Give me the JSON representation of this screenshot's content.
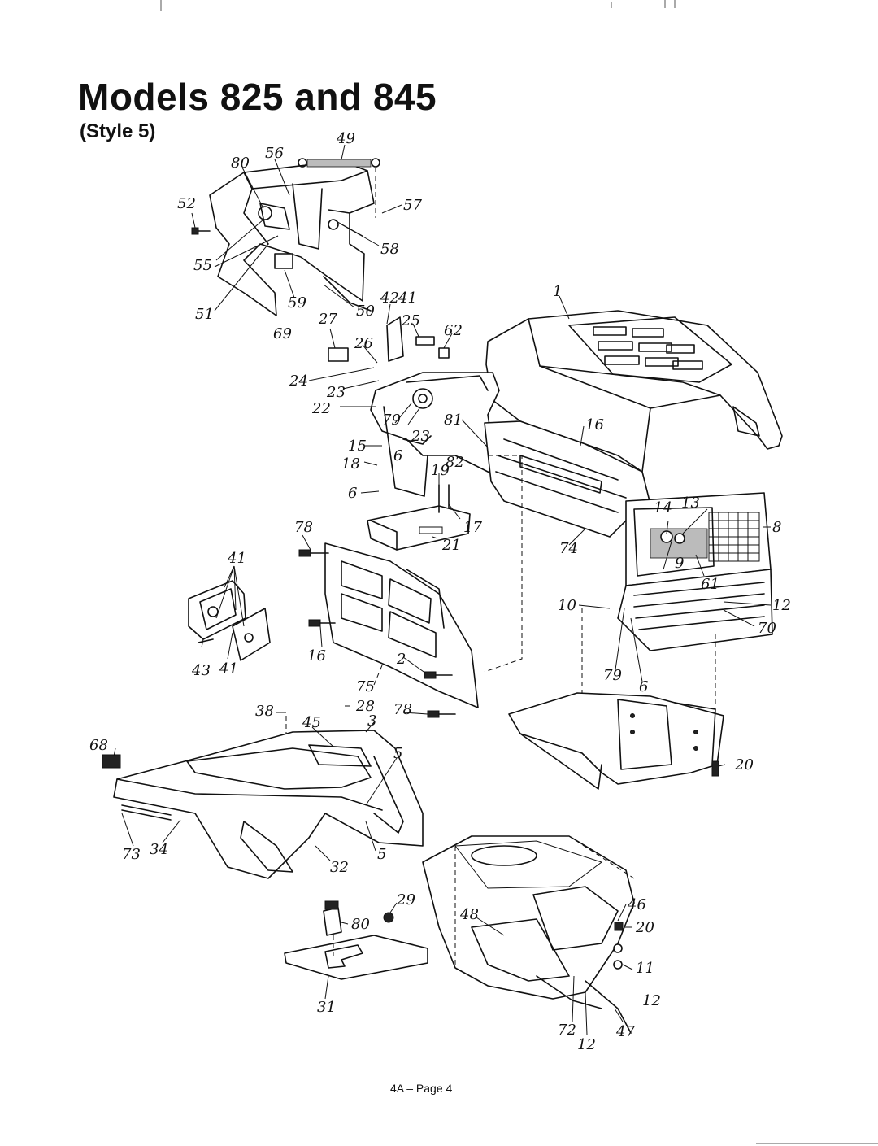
{
  "title": "Models 825 and 845",
  "subtitle": "(Style 5)",
  "footer": "4A – Page 4",
  "callouts": [
    {
      "id": "c49",
      "text": "49"
    },
    {
      "id": "c80a",
      "text": "80"
    },
    {
      "id": "c56",
      "text": "56"
    },
    {
      "id": "c52",
      "text": "52"
    },
    {
      "id": "c57",
      "text": "57"
    },
    {
      "id": "c58",
      "text": "58"
    },
    {
      "id": "c55",
      "text": "55"
    },
    {
      "id": "c59",
      "text": "59"
    },
    {
      "id": "c51",
      "text": "51"
    },
    {
      "id": "c50",
      "text": "50"
    },
    {
      "id": "c42",
      "text": "42"
    },
    {
      "id": "c41a",
      "text": "41"
    },
    {
      "id": "c27",
      "text": "27"
    },
    {
      "id": "c69",
      "text": "69"
    },
    {
      "id": "c1",
      "text": "1"
    },
    {
      "id": "c25",
      "text": "25"
    },
    {
      "id": "c62",
      "text": "62"
    },
    {
      "id": "c26",
      "text": "26"
    },
    {
      "id": "c24",
      "text": "24"
    },
    {
      "id": "c23a",
      "text": "23"
    },
    {
      "id": "c22",
      "text": "22"
    },
    {
      "id": "c79a",
      "text": "79"
    },
    {
      "id": "c23b",
      "text": "23"
    },
    {
      "id": "c81",
      "text": "81"
    },
    {
      "id": "c16a",
      "text": "16"
    },
    {
      "id": "c15",
      "text": "15"
    },
    {
      "id": "c6a",
      "text": "6"
    },
    {
      "id": "c18",
      "text": "18"
    },
    {
      "id": "c19",
      "text": "19"
    },
    {
      "id": "c82",
      "text": "82"
    },
    {
      "id": "c6b",
      "text": "6"
    },
    {
      "id": "c17",
      "text": "17"
    },
    {
      "id": "c78a",
      "text": "78"
    },
    {
      "id": "c14",
      "text": "14"
    },
    {
      "id": "c13",
      "text": "13"
    },
    {
      "id": "c8",
      "text": "8"
    },
    {
      "id": "c74",
      "text": "74"
    },
    {
      "id": "c41b",
      "text": "41"
    },
    {
      "id": "c21",
      "text": "21"
    },
    {
      "id": "c9",
      "text": "9"
    },
    {
      "id": "c61",
      "text": "61"
    },
    {
      "id": "c10",
      "text": "10"
    },
    {
      "id": "c12a",
      "text": "12"
    },
    {
      "id": "c70",
      "text": "70"
    },
    {
      "id": "c43",
      "text": "43"
    },
    {
      "id": "c41c",
      "text": "41"
    },
    {
      "id": "c16b",
      "text": "16"
    },
    {
      "id": "c2",
      "text": "2"
    },
    {
      "id": "c79b",
      "text": "79"
    },
    {
      "id": "c6c",
      "text": "6"
    },
    {
      "id": "c75",
      "text": "75"
    },
    {
      "id": "c38",
      "text": "38"
    },
    {
      "id": "c28",
      "text": "28"
    },
    {
      "id": "c78b",
      "text": "78"
    },
    {
      "id": "c45",
      "text": "45"
    },
    {
      "id": "c3",
      "text": "3"
    },
    {
      "id": "c68",
      "text": "68"
    },
    {
      "id": "c5a",
      "text": "5"
    },
    {
      "id": "c20a",
      "text": "20"
    },
    {
      "id": "c73",
      "text": "73"
    },
    {
      "id": "c34",
      "text": "34"
    },
    {
      "id": "c5b",
      "text": "5"
    },
    {
      "id": "c32",
      "text": "32"
    },
    {
      "id": "c29",
      "text": "29"
    },
    {
      "id": "c46",
      "text": "46"
    },
    {
      "id": "c80b",
      "text": "80"
    },
    {
      "id": "c48",
      "text": "48"
    },
    {
      "id": "c20b",
      "text": "20"
    },
    {
      "id": "c11",
      "text": "11"
    },
    {
      "id": "c12b",
      "text": "12"
    },
    {
      "id": "c31",
      "text": "31"
    },
    {
      "id": "c72",
      "text": "72"
    },
    {
      "id": "c12c",
      "text": "12"
    },
    {
      "id": "c47",
      "text": "47"
    }
  ]
}
